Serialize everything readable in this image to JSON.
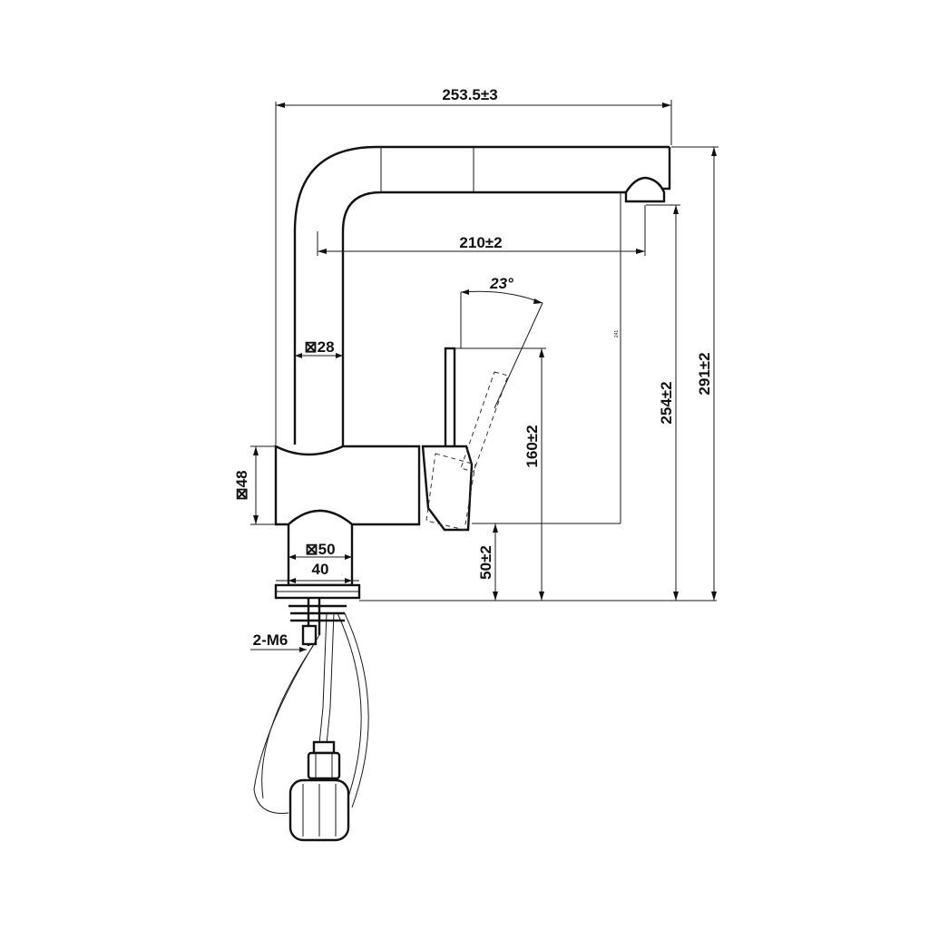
{
  "dimensions": {
    "overall_width": "253.5±3",
    "spout_reach": "210±2",
    "spout_angle": "23°",
    "spout_tube_section": "⊠28",
    "body_section": "⊠48",
    "base_section": "⊠50",
    "base_width": "40",
    "mount_thread": "2-M6",
    "handle_height": "160±2",
    "base_height": "50±2",
    "outlet_height": "254±2",
    "overall_height": "291±2",
    "small_note": "241"
  }
}
